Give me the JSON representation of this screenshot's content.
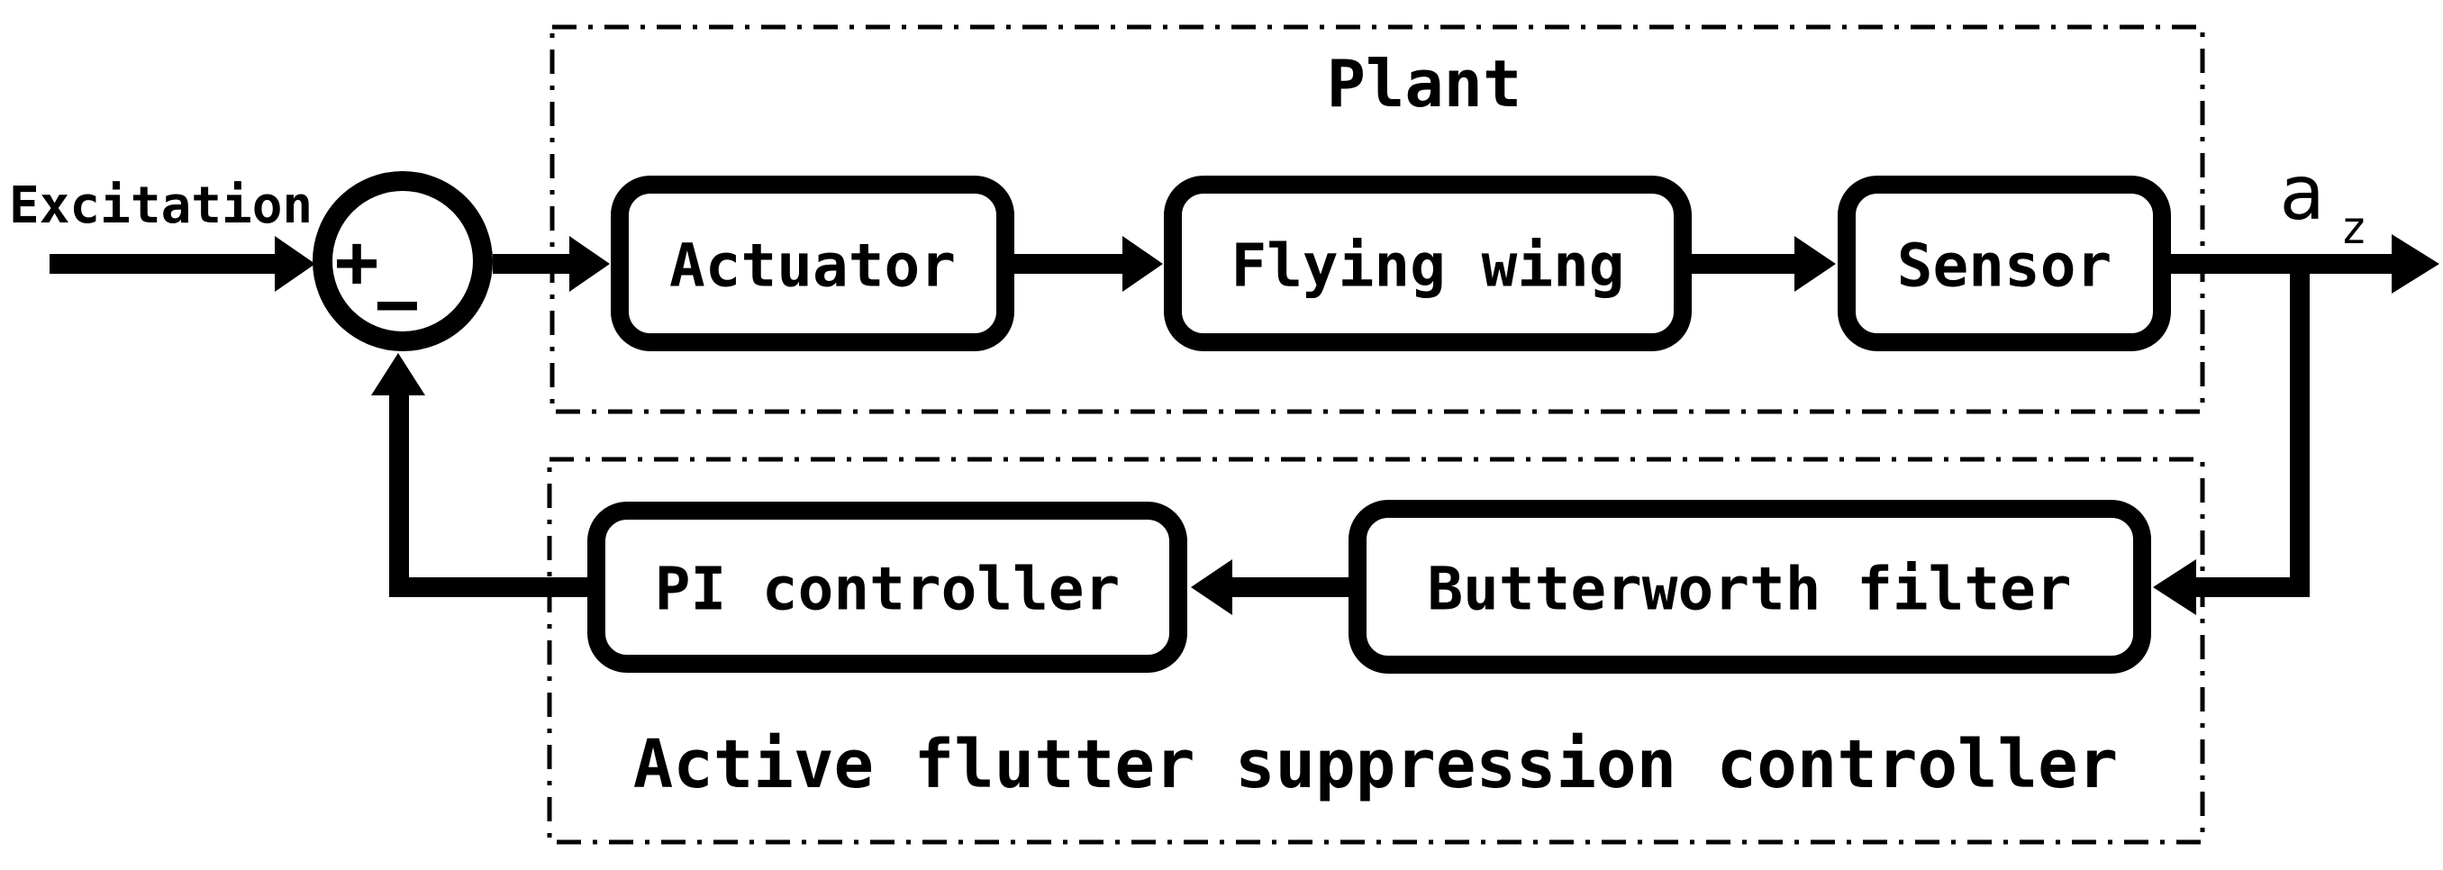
{
  "colors": {
    "ink": "#000000",
    "background": "#ffffff"
  },
  "input": {
    "label": "Excitation"
  },
  "summing_junction": {
    "plus": "+",
    "minus": "−"
  },
  "plant": {
    "title": "Plant",
    "actuator_label": "Actuator",
    "flying_wing_label": "Flying wing",
    "sensor_label": "Sensor"
  },
  "output": {
    "base": "a",
    "subscript": "z"
  },
  "afs": {
    "caption": "Active flutter suppression controller",
    "butterworth_label": "Butterworth filter",
    "pi_label": "PI controller"
  }
}
